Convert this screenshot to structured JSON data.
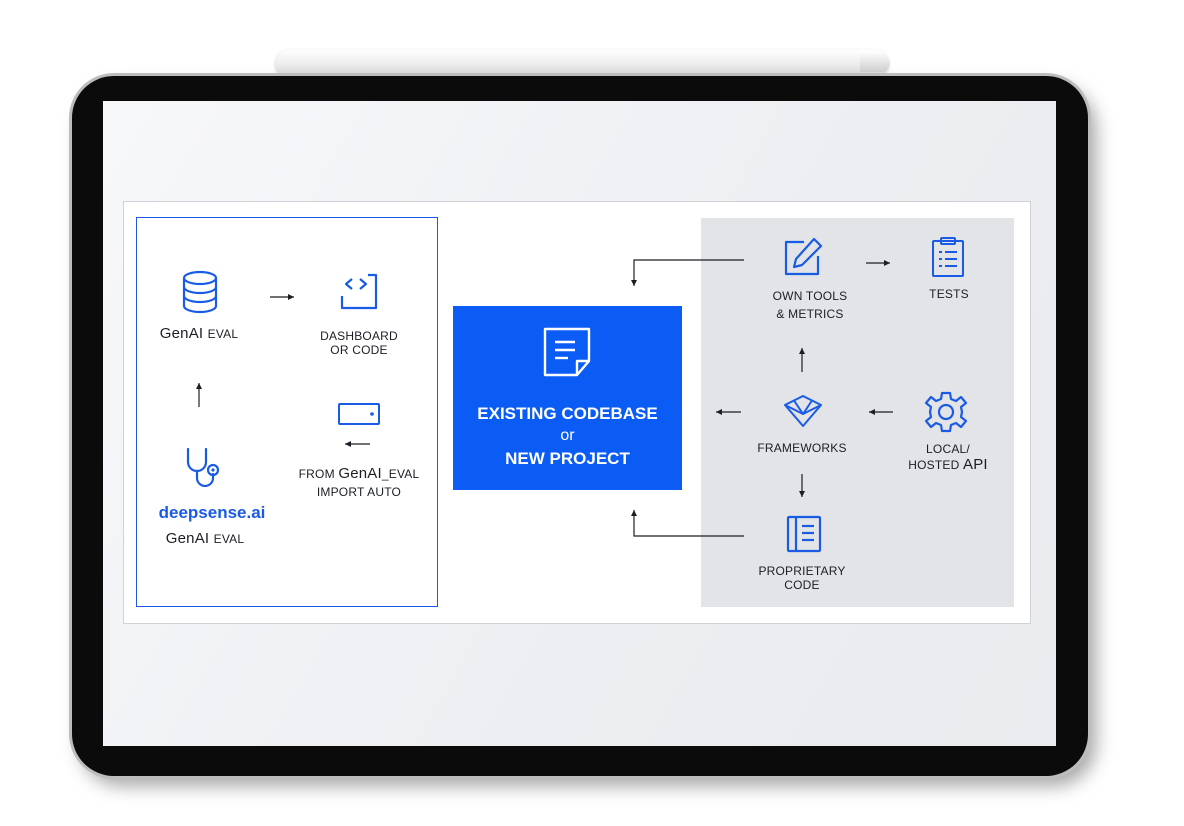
{
  "left": {
    "genai_eval_top": {
      "main": "GenAI",
      "small": "EVAL"
    },
    "dashboard": {
      "line1": "DASHBOARD",
      "line2": "OR CODE"
    },
    "from_import": {
      "prefix": "FROM",
      "main": "GenAI",
      "suffix": "_EVAL",
      "line2": "IMPORT AUTO"
    },
    "brand": "deepsense.ai",
    "genai_eval_bottom": {
      "main": "GenAI",
      "small": "EVAL"
    }
  },
  "center": {
    "line1": "EXISTING CODEBASE",
    "line2": "or",
    "line3": "NEW PROJECT"
  },
  "right": {
    "own_tools": {
      "line1": "OWN TOOLS",
      "line2": "& METRICS"
    },
    "tests": "TESTS",
    "frameworks": "FRAMEWORKS",
    "local_api": {
      "line1": "LOCAL/",
      "line2_prefix": "HOSTED",
      "line2_main": "API"
    },
    "proprietary": {
      "line1": "PROPRIETARY",
      "line2": "CODE"
    }
  },
  "icons": {
    "genai_eval": "database-icon",
    "dashboard": "code-brackets-icon",
    "import_auto": "device-icon",
    "deepsense_logo": "stethoscope-icon",
    "center_doc": "document-icon",
    "own_tools": "edit-icon",
    "tests": "clipboard-list-icon",
    "frameworks": "cube-icon",
    "local_api": "gear-icon",
    "proprietary": "book-icon"
  },
  "colors": {
    "accent": "#0a5cf5",
    "brand_blue": "#1a5be6",
    "panel_gray": "#e2e4e7"
  }
}
